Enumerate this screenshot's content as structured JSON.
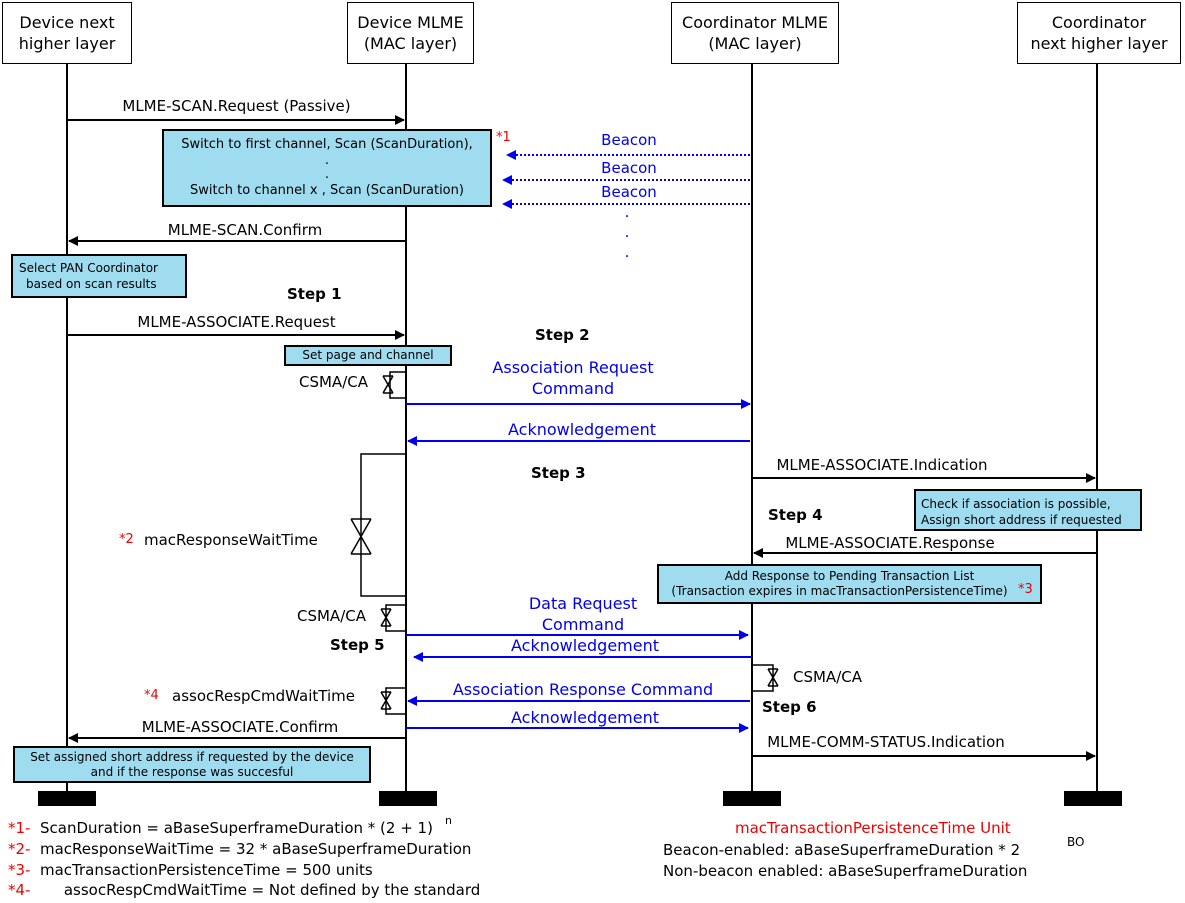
{
  "lifelines": [
    {
      "label": "Device next\nhigher layer"
    },
    {
      "label": "Device MLME\n(MAC layer)"
    },
    {
      "label": "Coordinator MLME\n(MAC layer)"
    },
    {
      "label": "Coordinator\nnext higher layer"
    }
  ],
  "messages": {
    "scan_request": "MLME-SCAN.Request (Passive)",
    "beacon": "Beacon",
    "scan_confirm": "MLME-SCAN.Confirm",
    "associate_request": "MLME-ASSOCIATE.Request",
    "assoc_req_cmd_1": "Association Request",
    "assoc_req_cmd_2": "Command",
    "acknowledgement": "Acknowledgement",
    "associate_indication": "MLME-ASSOCIATE.Indication",
    "associate_response": "MLME-ASSOCIATE.Response",
    "data_req_cmd_1": "Data Request",
    "data_req_cmd_2": "Command",
    "assoc_resp_cmd": "Association Response Command",
    "associate_confirm": "MLME-ASSOCIATE.Confirm",
    "comm_status_indication": "MLME-COMM-STATUS.Indication",
    "dot": "."
  },
  "steps": {
    "s1": "Step 1",
    "s2": "Step 2",
    "s3": "Step 3",
    "s4": "Step 4",
    "s5": "Step 5",
    "s6": "Step 6"
  },
  "labels": {
    "csma_ca": "CSMA/CA",
    "mac_response_wait_marker": "*2",
    "mac_response_wait": "macResponseWaitTime",
    "assoc_resp_wait_marker": "*4",
    "assoc_resp_wait": "assocRespCmdWaitTime"
  },
  "notes": {
    "scan_1": "Switch to first channel,  Scan (ScanDuration),",
    "scan_dot": ".",
    "scan_2": "Switch to channel x , Scan (ScanDuration)",
    "scan_marker": "*1",
    "select_1": "Select PAN Coordinator",
    "select_2": "based on scan results",
    "page_channel": "Set page and channel",
    "check_1": "Check if association is possible,",
    "check_2": "Assign short address if requested",
    "pending_1": "Add Response to Pending Transaction List",
    "pending_2": "(Transaction expires in macTransactionPersistenceTime)",
    "pending_marker": "*3",
    "assigned_1": "Set assigned short address if requested by the device",
    "assigned_2": "and if the response was succesful"
  },
  "footnotes": [
    {
      "marker": "*1-",
      "text": "ScanDuration = aBaseSuperframeDuration * (2  + 1)",
      "sup": "n"
    },
    {
      "marker": "*2-",
      "text": "macResponseWaitTime = 32 * aBaseSuperframeDuration"
    },
    {
      "marker": "*3-",
      "text": "macTransactionPersistenceTime = 500 units"
    },
    {
      "marker": "*4-",
      "text": "     assocRespCmdWaitTime = Not defined by the standard"
    }
  ],
  "persistence_unit": {
    "title": "macTransactionPersistenceTime Unit",
    "line1": "Beacon-enabled: aBaseSuperframeDuration * 2",
    "line1_sup": "BO",
    "line2": "Non-beacon enabled: aBaseSuperframeDuration"
  },
  "colors": {
    "message": "#000000",
    "frame": "#0000ee",
    "note_fill": "#9fdcf0",
    "footnote_marker": "#ee0000"
  }
}
